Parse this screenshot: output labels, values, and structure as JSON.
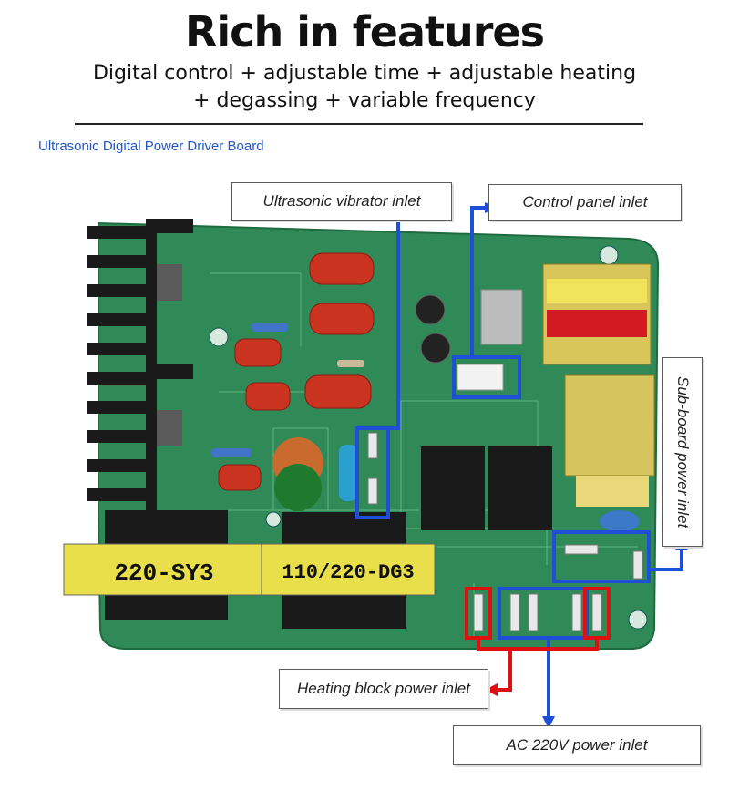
{
  "header": {
    "title": "Rich in features",
    "subtitle_line1": "Digital control + adjustable time + adjustable heating",
    "subtitle_line2": "+ degassing + variable frequency"
  },
  "board_label": "Ultrasonic Digital Power Driver Board",
  "callouts": {
    "vibrator": "Ultrasonic vibrator inlet",
    "control_panel": "Control panel inlet",
    "sub_board": "Sub-board power inlet",
    "heating": "Heating block power inlet",
    "ac_power": "AC 220V power inlet"
  },
  "transformers": {
    "left": "220-SY3",
    "right": "110/220-DG3"
  },
  "colors": {
    "pcb": "#2f8a57",
    "blue_marker": "#1f4fd6",
    "red_marker": "#e01010",
    "transformer_label": "#e8df4a"
  }
}
